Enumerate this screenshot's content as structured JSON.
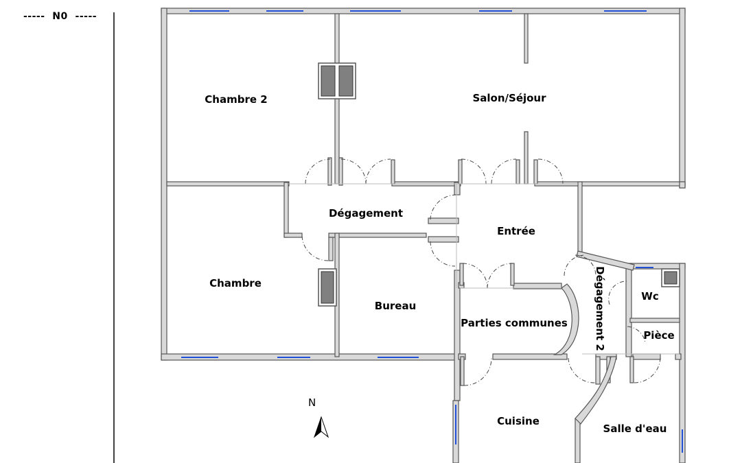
{
  "level_label": "-----  N0  -----",
  "north_label": "N",
  "rooms": {
    "chambre2": "Chambre 2",
    "salon": "Salon/Séjour",
    "degagement": "Dégagement",
    "entree": "Entrée",
    "chambre": "Chambre",
    "bureau": "Bureau",
    "parties_communes": "Parties communes",
    "degagement2": "Dégagement 2",
    "wc": "Wc",
    "piece": "Pièce",
    "cuisine": "Cuisine",
    "salle_eau": "Salle d'eau"
  },
  "colors": {
    "wall_fill": "#d9d9d9",
    "wall_stroke": "#555555",
    "window": "#1f4fd6",
    "duct": "#808080"
  }
}
